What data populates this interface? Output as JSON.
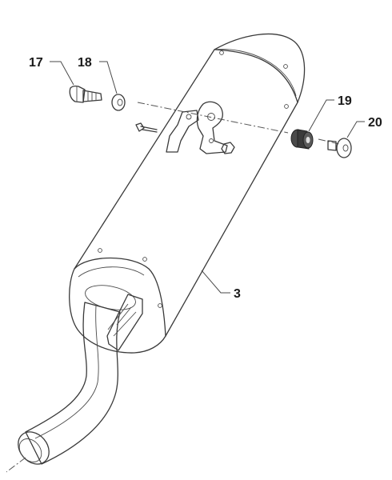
{
  "callouts": {
    "c17": "17",
    "c18": "18",
    "c19": "19",
    "c20": "20",
    "c3": "3"
  }
}
